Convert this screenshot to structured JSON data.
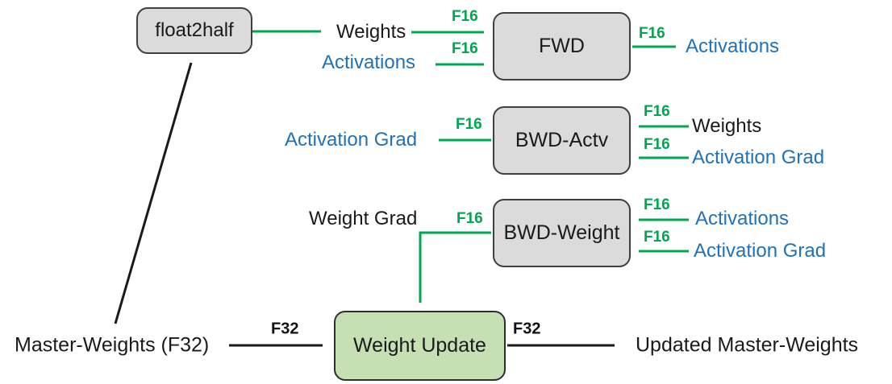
{
  "diagram": {
    "nodes": {
      "float2half": "float2half",
      "fwd": "FWD",
      "bwd_actv": "BWD-Actv",
      "bwd_weight": "BWD-Weight",
      "weight_update": "Weight Update"
    },
    "labels": {
      "f16": "F16",
      "f32": "F32",
      "weights": "Weights",
      "activations": "Activations",
      "activation_grad": "Activation Grad",
      "weight_grad": "Weight Grad",
      "master_weights": "Master-Weights (F32)",
      "updated_master_weights": "Updated Master-Weights"
    },
    "colors": {
      "arrow_green": "#00A651",
      "label_blue": "#1F72B8",
      "node_gray_fill": "#DBDBDB",
      "node_green_fill": "#C6E0B4",
      "text_black": "#1A1A1A"
    }
  }
}
